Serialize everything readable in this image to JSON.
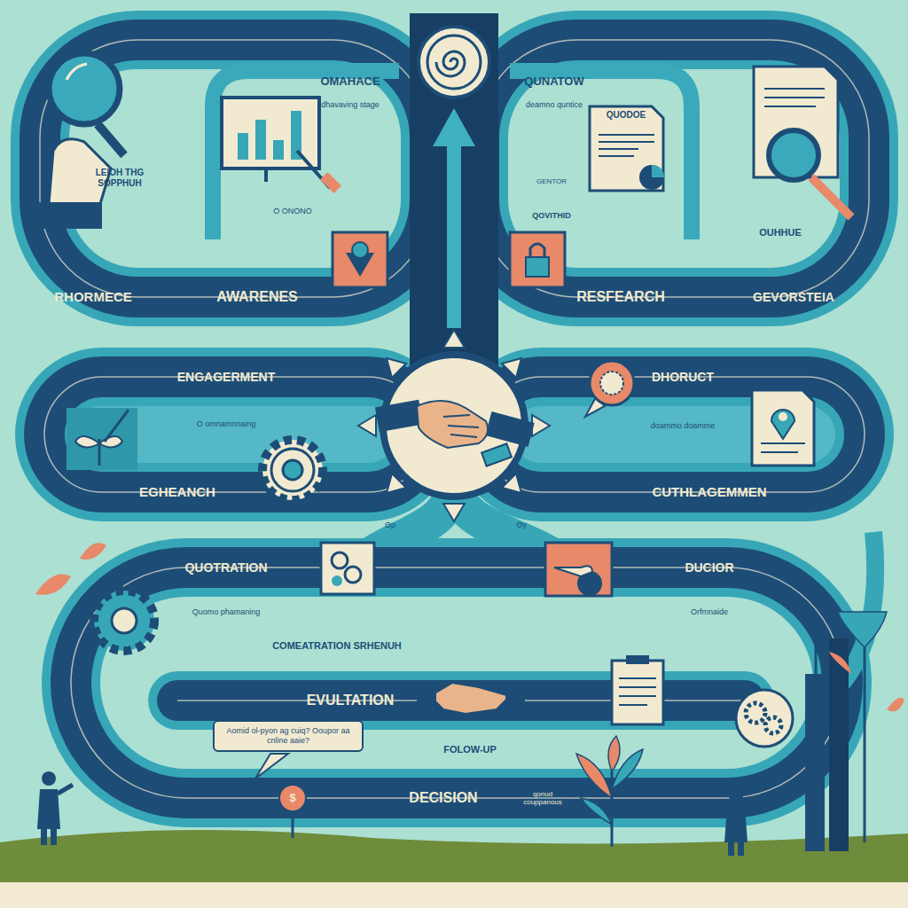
{
  "diagram": {
    "nodes": [
      {
        "text": [
          "Aomid ol-pyon ag cuiq? Ooupor aa cnline aaie?"
        ]
      },
      {
        "text": [
          "QUODOE"
        ]
      }
    ],
    "labels": [
      "OMAHACE",
      "dhavaving stage",
      "QUNATOW",
      "deamno quntice",
      "LEIOH THG SOPPHUH",
      "O ONONO",
      "GENTOR",
      "QOVITHID",
      "OUHHUE",
      "RHORMECE",
      "AWARENES",
      "RESFEARCH",
      "GEVORSTEIA",
      "ENGAGERMENT",
      "O omnamnnaing",
      "DHORUCT",
      "doammo doamme",
      "EGHEANCH",
      "CUTHLAGEMMEN",
      "QUOTRATION",
      "Quomo phamaning",
      "DUCIOR",
      "Orfmnaide",
      "COMEATRATION SRHENUH",
      "EVULTATION",
      "FOLOW-UP",
      "DECISION",
      "qonud couppanous",
      "$",
      "Θρ",
      "Θγ"
    ]
  }
}
